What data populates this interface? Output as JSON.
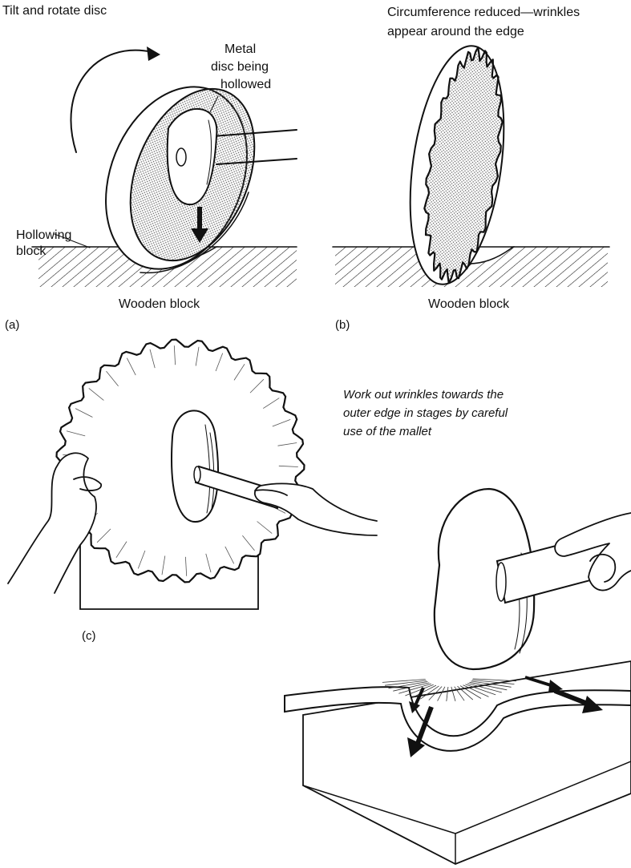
{
  "panel_a": {
    "tilt_rotate": "Tilt and rotate disc",
    "metal_disc": [
      "Metal",
      "disc being",
      "hollowed"
    ],
    "hollowing_block": [
      "Hollowing",
      "block"
    ],
    "wooden_block": "Wooden block",
    "tag": "(a)"
  },
  "panel_b": {
    "heading": [
      "Circumference reduced—wrinkles",
      "appear around the edge"
    ],
    "wooden_block": "Wooden block",
    "tag": "(b)"
  },
  "panel_c": {
    "instruction": [
      "Work out wrinkles towards the",
      "outer edge in stages by careful",
      "use of the mallet"
    ],
    "tag": "(c)"
  }
}
